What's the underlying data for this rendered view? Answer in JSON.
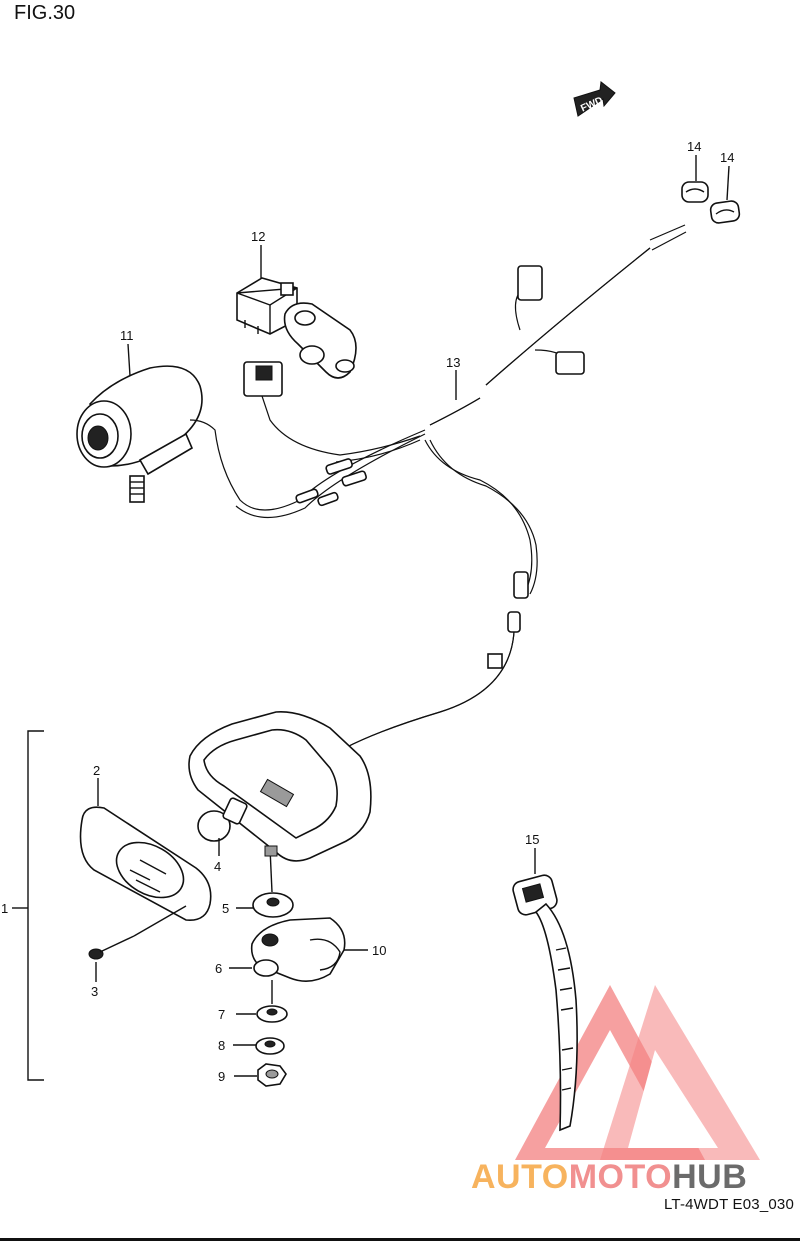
{
  "figure": {
    "title": "FIG.30",
    "code": "LT-4WDT E03_030",
    "fwd_label": "FWD"
  },
  "callouts": {
    "c1": "1",
    "c2": "2",
    "c3": "3",
    "c4": "4",
    "c5": "5",
    "c6": "6",
    "c7": "7",
    "c8": "8",
    "c9": "9",
    "c10": "10",
    "c11": "11",
    "c12": "12",
    "c13": "13",
    "c14a": "14",
    "c14b": "14",
    "c15": "15"
  },
  "watermark": {
    "part_a": "AUTO",
    "part_b": "MOTO",
    "part_c": "HUB",
    "colors": {
      "orange": "#f7b35e",
      "pink": "#f19090",
      "grey": "#6b6b6b",
      "logo_red": "#f26b6b"
    }
  }
}
